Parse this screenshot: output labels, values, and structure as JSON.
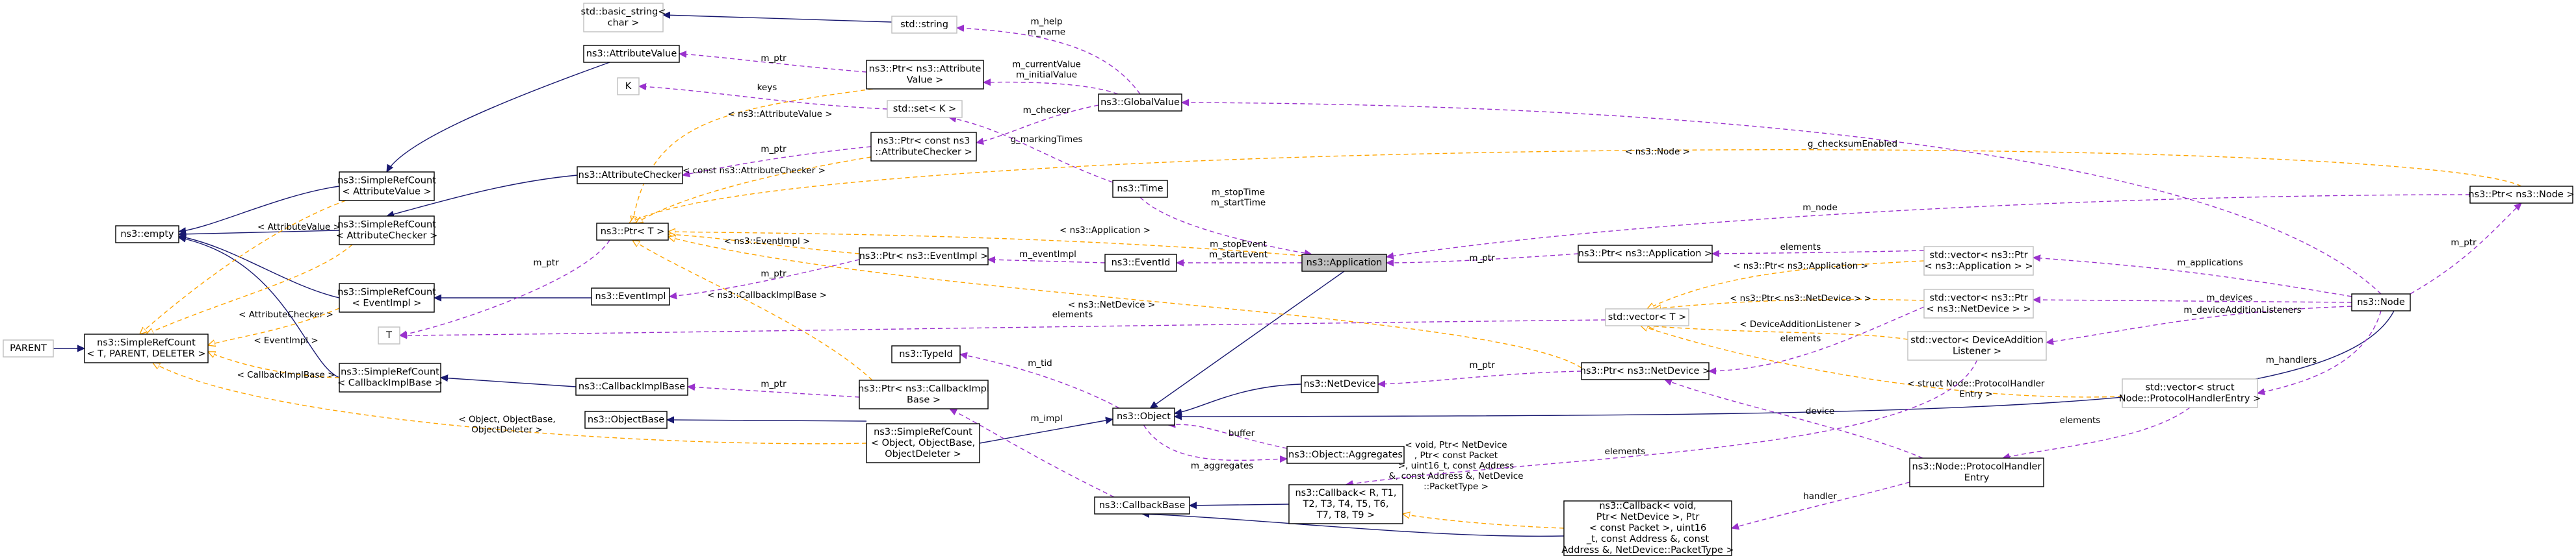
{
  "diagram": {
    "nodes": {
      "parent": [
        "PARENT"
      ],
      "srcount_tpd": [
        "ns3::SimpleRefCount",
        "< T, PARENT, DELETER >"
      ],
      "empty": [
        "ns3::empty"
      ],
      "srcount_av": [
        "ns3::SimpleRefCount",
        "< AttributeValue >"
      ],
      "srcount_ac": [
        "ns3::SimpleRefCount",
        "< AttributeChecker >"
      ],
      "srcount_ei": [
        "ns3::SimpleRefCount",
        "< EventImpl >"
      ],
      "srcount_cib": [
        "ns3::SimpleRefCount",
        "< CallbackImplBase >"
      ],
      "basic_string": [
        "std::basic_string<",
        "char >"
      ],
      "attr_value": [
        "ns3::AttributeValue"
      ],
      "k": [
        "K"
      ],
      "attr_checker": [
        "ns3::AttributeChecker"
      ],
      "ptr_t": [
        "ns3::Ptr< T >"
      ],
      "t": [
        "T"
      ],
      "eventimpl": [
        "ns3::EventImpl"
      ],
      "cib": [
        "ns3::CallbackImplBase"
      ],
      "objectbase": [
        "ns3::ObjectBase"
      ],
      "srcount_obj": [
        "ns3::SimpleRefCount",
        "< Object, ObjectBase,",
        "ObjectDeleter >"
      ],
      "std_string": [
        "std::string"
      ],
      "ptr_attrvalue": [
        "ns3::Ptr< ns3::Attribute",
        "Value >"
      ],
      "std_set_k": [
        "std::set< K >"
      ],
      "ptr_const_ac": [
        "ns3::Ptr< const ns3",
        "::AttributeChecker >"
      ],
      "ptr_eventimpl": [
        "ns3::Ptr< ns3::EventImpl >"
      ],
      "typeid": [
        "ns3::TypeId"
      ],
      "ptr_cib": [
        "ns3::Ptr< ns3::CallbackImpl",
        "Base >"
      ],
      "globalvalue": [
        "ns3::GlobalValue"
      ],
      "time": [
        "ns3::Time"
      ],
      "eventid": [
        "ns3::EventId"
      ],
      "object": [
        "ns3::Object"
      ],
      "obj_aggregates": [
        "ns3::Object::Aggregates"
      ],
      "callbackbase": [
        "ns3::CallbackBase"
      ],
      "callback_generic": [
        "ns3::Callback< R, T1,",
        "T2, T3, T4, T5, T6,",
        "T7, T8, T9 >"
      ],
      "application": [
        "ns3::Application"
      ],
      "netdevice": [
        "ns3::NetDevice"
      ],
      "ptr_application": [
        "ns3::Ptr< ns3::Application >"
      ],
      "ptr_netdevice": [
        "ns3::Ptr< ns3::NetDevice >"
      ],
      "callback_void": [
        "ns3::Callback< void,",
        "Ptr< NetDevice >, Ptr",
        "< const Packet >, uint16",
        "_t, const Address &, const",
        "Address &, NetDevice::PacketType >"
      ],
      "vec_ptr_app": [
        "std::vector< ns3::Ptr",
        "< ns3::Application > >"
      ],
      "std_vector_t": [
        "std::vector< T >"
      ],
      "vec_ptr_nd": [
        "std::vector< ns3::Ptr",
        "< ns3::NetDevice > >"
      ],
      "vec_dal": [
        "std::vector< DeviceAddition",
        "Listener >"
      ],
      "vec_phe": [
        "std::vector< struct",
        "Node::ProtocolHandlerEntry >"
      ],
      "phe": [
        "ns3::Node::ProtocolHandler",
        "Entry"
      ],
      "ptr_node": [
        "ns3::Ptr< ns3::Node >"
      ],
      "node": [
        "ns3::Node"
      ]
    },
    "edges": {
      "e_parent": [],
      "e_srcount_av": [],
      "e_srcount_ac": [],
      "e_srcount_ei": [],
      "e_srcount_cib": [],
      "e_av_inherit": [],
      "e_ac_inherit": [],
      "e_ei_inherit": [],
      "e_cib_inherit": [],
      "e_srcount_obj": [],
      "e_objectbase": [],
      "e_t_av": [
        "< AttributeValue >"
      ],
      "e_t_ac": [
        "< AttributeChecker >"
      ],
      "e_t_ei": [
        "< EventImpl >"
      ],
      "e_t_cib": [
        "< CallbackImplBase >"
      ],
      "e_t_obj": [
        "< Object, ObjectBase,",
        "ObjectDeleter >"
      ],
      "e_basic_string": [],
      "e_ptr_t_mptr": [
        "m_ptr"
      ],
      "e_k": [
        "keys"
      ],
      "e_attrvalue_mptr": [
        "m_ptr"
      ],
      "e_attrchecker_mptr": [
        "m_ptr"
      ],
      "e_eventimpl_mptr": [
        "m_ptr"
      ],
      "e_cib_mptr": [
        "m_ptr"
      ],
      "e_tmpl_attrvalue": [
        "< ns3::AttributeValue >"
      ],
      "e_tmpl_constac": [
        "< const ns3::AttributeChecker >"
      ],
      "e_tmpl_eventimpl": [
        "< ns3::EventImpl >"
      ],
      "e_tmpl_cib": [
        "< ns3::CallbackImplBase >"
      ],
      "e_string_gv": [
        "m_help",
        "m_name"
      ],
      "e_ptr_av_gv": [
        "m_currentValue",
        "m_initialValue"
      ],
      "e_ptr_ac_gv": [
        "m_checker"
      ],
      "e_set_time": [
        "g_markingTimes"
      ],
      "e_gv_node": [
        "g_checksumEnabled"
      ],
      "e_time_app": [
        "m_stopTime",
        "m_startTime"
      ],
      "e_eventid_app": [
        "m_stopEvent",
        "m_startEvent"
      ],
      "e_ptr_ei_eventid": [
        "m_eventImpl"
      ],
      "e_object_app": [],
      "e_object_nd": [],
      "e_object_node": [],
      "e_srcount_object": [],
      "e_typeid_object": [
        "m_tid"
      ],
      "e_aggr_object": [
        "buffer"
      ],
      "e_object_aggr": [
        "m_aggregates"
      ],
      "e_ptrcib_cb": [
        "m_impl"
      ],
      "e_cbb_generic": [],
      "e_cbb_void": [],
      "e_tmpl_void": [
        "< void, Ptr< NetDevice",
        ", Ptr< const Packet",
        ">, uint16_t, const Address",
        "&, const Address &, NetDevice",
        "::PacketType >"
      ],
      "e_nd_ptrnd": [
        "m_ptr"
      ],
      "e_app_ptrapp": [
        "m_ptr"
      ],
      "e_tmpl_app": [
        "< ns3::Application >"
      ],
      "e_tmpl_nd": [
        "< ns3::NetDevice >"
      ],
      "e_tmpl_node": [
        "< ns3::Node >"
      ],
      "e_vec_t_t": [
        "elements"
      ],
      "e_ptrapp_vec": [
        "elements"
      ],
      "e_ptrnd_vec": [
        "elements"
      ],
      "e_tmpl_vec_app": [
        "< ns3::Ptr< ns3::Application >"
      ],
      "e_tmpl_vec_nd": [
        "< ns3::Ptr< ns3::NetDevice > >"
      ],
      "e_tmpl_vec_dal": [
        "< DeviceAdditionListener >"
      ],
      "e_tmpl_vec_phe": [
        "< struct Node::ProtocolHandler",
        "Entry >"
      ],
      "e_vecapp_node": [
        "m_applications"
      ],
      "e_vecnd_node": [
        "m_devices"
      ],
      "e_vecdal_node": [
        "m_deviceAdditionListeners"
      ],
      "e_vecphe_node": [
        "m_handlers"
      ],
      "e_phe_vec": [
        "elements"
      ],
      "e_dal_callback": [
        "elements"
      ],
      "e_void_phe": [
        "handler"
      ],
      "e_ptrnd_phe": [
        "device"
      ],
      "e_node_ptrnode": [
        "m_node"
      ],
      "e_ptrnode_mptr": [
        "m_ptr"
      ]
    }
  }
}
